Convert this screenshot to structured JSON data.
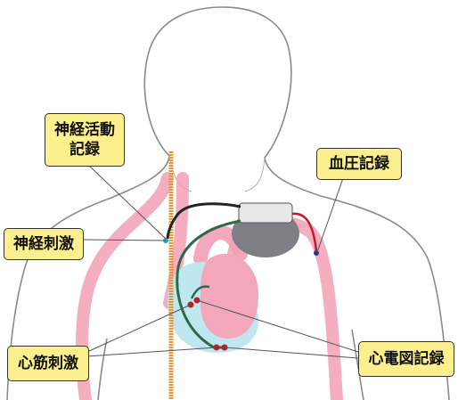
{
  "labels": {
    "nerve_activity": [
      "神経活動",
      "記録"
    ],
    "blood_pressure": "血圧記録",
    "nerve_stim": "神経刺激",
    "muscle_stim": "心筋刺激",
    "ecg": "心電図記録"
  },
  "device_text": "",
  "colors": {
    "label_fill": "#fbef8e",
    "vessel": "#f2a0b4",
    "nerve": "#e7963a",
    "heart_left": "#f2a7bb",
    "heart_right": "#bfe7ef",
    "green_lead": "#2c6a47",
    "dark_lead": "#222222",
    "device": "#7d7f84",
    "electrode": "#c4192a",
    "body_outline": "#8a8a8a"
  },
  "icons": [
    "body-outline",
    "implant-device",
    "heart",
    "electrode-dot"
  ]
}
